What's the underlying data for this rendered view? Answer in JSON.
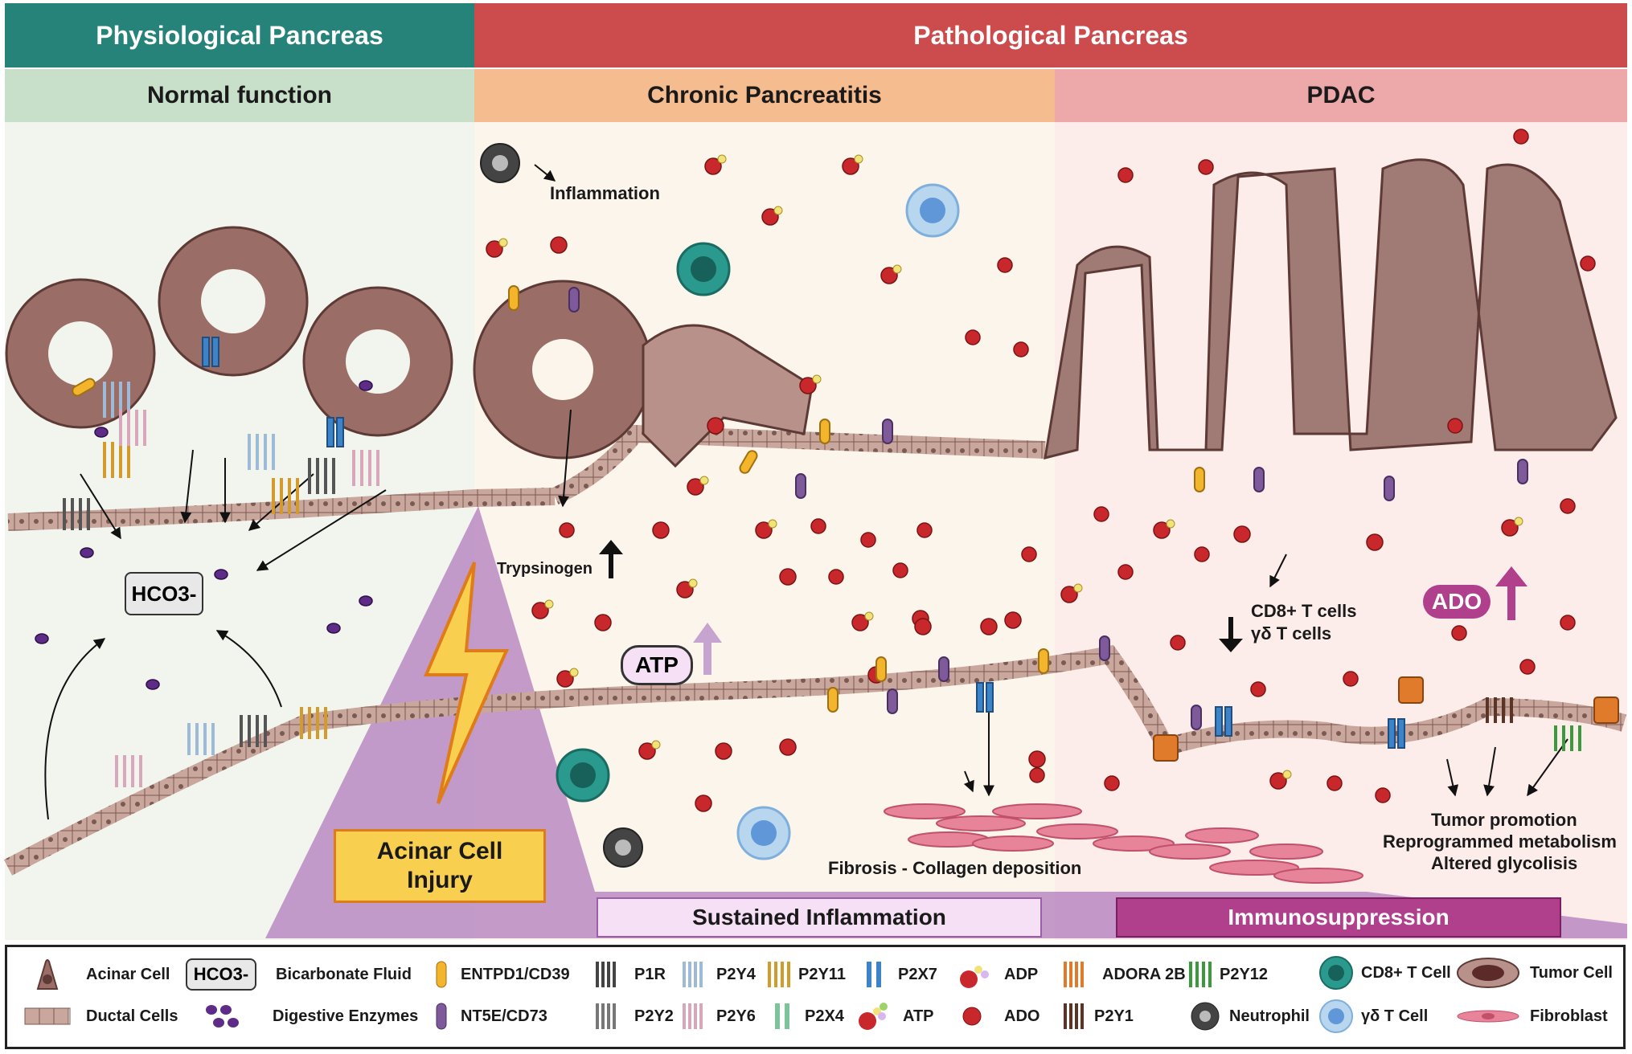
{
  "headers": {
    "physiological": "Physiological Pancreas",
    "pathological": "Pathological Pancreas",
    "normal": "Normal function",
    "chronic": "Chronic Pancreatitis",
    "pdac": "PDAC"
  },
  "labels": {
    "hco3": "HCO3-",
    "inflammation": "Inflammation",
    "trypsinogen": "Trypsinogen",
    "atp": "ATP",
    "ado": "ADO",
    "cd8": "CD8+ T cells",
    "gd": "γδ T cells",
    "fibrosis": "Fibrosis - Collagen deposition",
    "tumor1": "Tumor promotion",
    "tumor2": "Reprogrammed metabolism",
    "tumor3": "Altered glycolisis",
    "injury1": "Acinar Cell",
    "injury2": "Injury",
    "sustained": "Sustained Inflammation",
    "immuno": "Immunosuppression"
  },
  "legend": {
    "acinar": "Acinar Cell",
    "ductal": "Ductal Cells",
    "hco3_box": "HCO3-",
    "bicarb": "Bicarbonate Fluid",
    "enzymes": "Digestive Enzymes",
    "entpd1": "ENTPD1/CD39",
    "nt5e": "NT5E/CD73",
    "p1r": "P1R",
    "p2y2": "P2Y2",
    "p2y4": "P2Y4",
    "p2y6": "P2Y6",
    "p2y11": "P2Y11",
    "p2x4": "P2X4",
    "p2x7": "P2X7",
    "atp": "ATP",
    "adp": "ADP",
    "ado": "ADO",
    "adora2b": "ADORA 2B",
    "p2y1": "P2Y1",
    "p2y12": "P2Y12",
    "neutrophil": "Neutrophil",
    "cd8": "CD8+ T Cell",
    "gd": "γδ T Cell",
    "tumor": "Tumor Cell",
    "fibroblast": "Fibroblast"
  },
  "colors": {
    "teal_header": "#26837a",
    "red_header": "#cc4b4d",
    "normal_sub": "#c8dfca",
    "chronic_sub": "#f5bc8f",
    "pdac_sub": "#eda9a9",
    "normal_bg": "#f1f5ee",
    "chronic_bg": "#fcf5ec",
    "pdac_bg": "#fcecea",
    "ado_red": "#c8282c",
    "entpd1": "#f2b52c",
    "nt5e": "#7e5a9b",
    "immuno": "#b03f8c",
    "injury": "#f8cf4f"
  }
}
